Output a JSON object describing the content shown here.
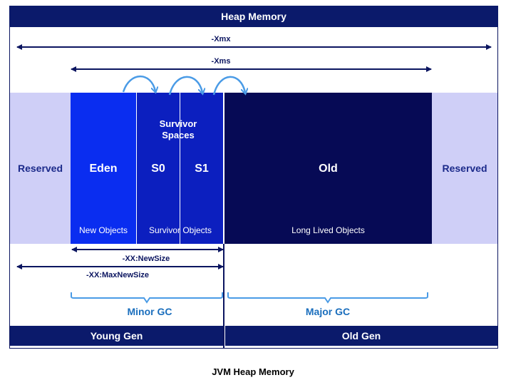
{
  "header": {
    "title": "Heap Memory"
  },
  "ranges": {
    "xmx": "-Xmx",
    "xms": "-Xms",
    "newsize": "-XX:NewSize",
    "maxnewsize": "-XX:MaxNewSize"
  },
  "regions": {
    "reserved_left": "Reserved",
    "reserved_right": "Reserved",
    "eden": {
      "name": "Eden",
      "caption": "New Objects"
    },
    "survivor": {
      "title": "Survivor Spaces",
      "s0": "S0",
      "s1": "S1",
      "caption": "Survivor Objects"
    },
    "old": {
      "name": "Old",
      "caption": "Long Lived Objects"
    }
  },
  "gc": {
    "minor": "Minor GC",
    "major": "Major GC"
  },
  "generations": {
    "young": "Young Gen",
    "old": "Old Gen"
  },
  "caption": {
    "title": "JVM Heap Memory"
  },
  "colors": {
    "dark_navy": "#0b1a6b",
    "eden_blue": "#0a2df0",
    "survivor_blue": "#0c1fbf",
    "old_navy": "#060a55",
    "reserved_lavender": "#cfcff7",
    "gc_blue": "#1a6ebd"
  }
}
